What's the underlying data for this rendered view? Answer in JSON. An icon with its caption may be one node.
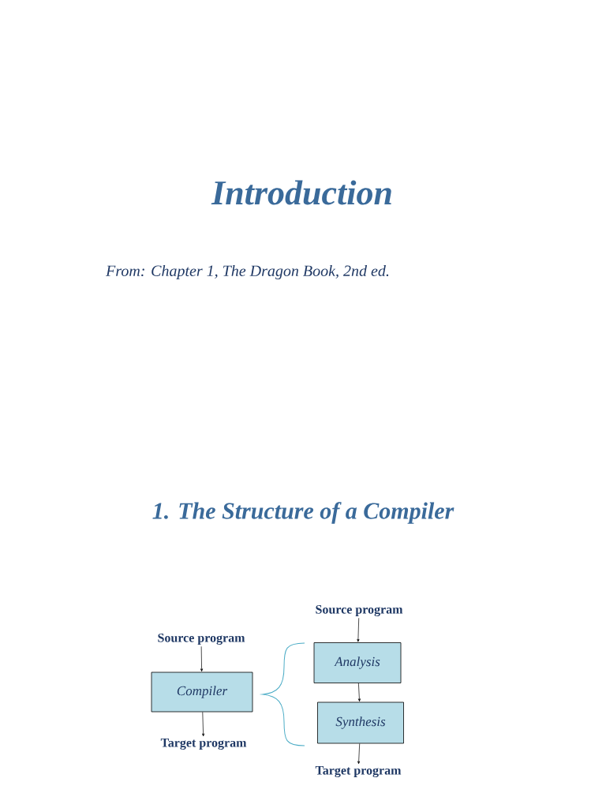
{
  "diagram": {
    "title": "Introduction",
    "nodes": [
      {
        "text": [
          "Source program"
        ]
      },
      {
        "text": [
          "Compiler"
        ]
      },
      {
        "text": [
          "Target program"
        ]
      },
      {
        "text": [
          "Source program"
        ]
      },
      {
        "text": [
          "Analysis"
        ]
      },
      {
        "text": [
          "Synthesis"
        ]
      },
      {
        "text": [
          "Target program"
        ]
      }
    ],
    "edges": [
      {
        "from": 0,
        "to": 1,
        "arrow": "to"
      },
      {
        "from": 1,
        "to": 2,
        "arrow": "to"
      },
      {
        "from": 3,
        "to": 4,
        "arrow": "to"
      },
      {
        "from": 4,
        "to": 5,
        "arrow": "to"
      },
      {
        "from": 5,
        "to": 6,
        "arrow": "to"
      }
    ],
    "labels": [
      "From: Chapter 1, The Dragon Book, 2nd ed.",
      "1. The Structure of a Compiler"
    ]
  }
}
